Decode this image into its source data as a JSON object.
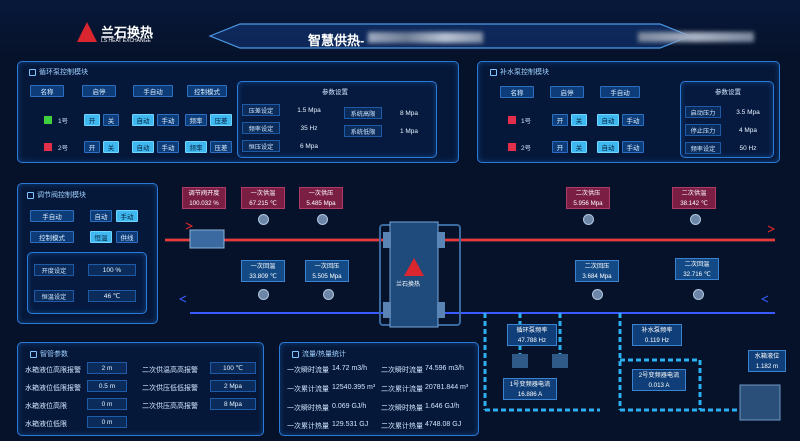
{
  "header": {
    "brand": "兰石换热",
    "brand_en": "LS HEAT EXCHANGE",
    "title": "智慧供热-"
  },
  "circ_pump": {
    "title": "循环泵控制模块",
    "headers": [
      "名称",
      "启停",
      "手自动",
      "控制模式"
    ],
    "rows": [
      {
        "name": "1号",
        "status_color": "#3ed13e",
        "btns": [
          "开",
          "关",
          "自动",
          "手动",
          "频率",
          "压差"
        ]
      },
      {
        "name": "2号",
        "status_color": "#e0304a",
        "btns": [
          "开",
          "关",
          "自动",
          "手动",
          "频率",
          "压差"
        ]
      }
    ],
    "params_title": "参数设置",
    "params": [
      {
        "label": "压差设定",
        "value": "1.5 Mpa"
      },
      {
        "label": "频率设定",
        "value": "35 Hz"
      },
      {
        "label": "恒压设定",
        "value": "6 Mpa"
      },
      {
        "label": "系统高限",
        "value": "8 Mpa"
      },
      {
        "label": "系统低限",
        "value": "1 Mpa"
      }
    ]
  },
  "makeup_pump": {
    "title": "补水泵控制模块",
    "headers": [
      "名称",
      "启停",
      "手自动"
    ],
    "rows": [
      {
        "name": "1号",
        "status_color": "#e0304a",
        "btns": [
          "开",
          "关",
          "自动",
          "手动"
        ]
      },
      {
        "name": "2号",
        "status_color": "#e0304a",
        "btns": [
          "开",
          "关",
          "自动",
          "手动"
        ]
      }
    ],
    "params_title": "参数设置",
    "params": [
      {
        "label": "启动压力",
        "value": "3.5 Mpa"
      },
      {
        "label": "停止压力",
        "value": "4 Mpa"
      },
      {
        "label": "频率设定",
        "value": "50 Hz"
      }
    ]
  },
  "valve": {
    "title": "调节阀控制模块",
    "mode_label": "手自动",
    "mode_btns": [
      "自动",
      "手动"
    ],
    "ctrl_label": "控制模式",
    "ctrl_btns": [
      "恒温",
      "供线"
    ],
    "opening_label": "开度设定",
    "opening_value": "100 %",
    "temp_label": "恒温设定",
    "temp_value": "46 ℃"
  },
  "process": {
    "valve_open": {
      "label": "调节阀开度",
      "value": "100.032 %"
    },
    "p1_supply_temp": {
      "label": "一次供温",
      "value": "67.215 ℃"
    },
    "p1_supply_press": {
      "label": "一次供压",
      "value": "5.485 Mpa"
    },
    "p1_return_temp": {
      "label": "一次回温",
      "value": "33.809 ℃"
    },
    "p1_return_press": {
      "label": "一次回压",
      "value": "5.505 Mpa"
    },
    "p2_supply_press": {
      "label": "二次供压",
      "value": "5.956 Mpa"
    },
    "p2_supply_temp": {
      "label": "二次供温",
      "value": "38.142 ℃"
    },
    "p2_return_press": {
      "label": "二次回压",
      "value": "3.684 Mpa"
    },
    "p2_return_temp": {
      "label": "二次回温",
      "value": "32.716 ℃"
    },
    "hx_label": "兰石换热",
    "circ_freq": {
      "label": "循环泵频率",
      "value": "47.788 Hz"
    },
    "vfd1_current": {
      "label": "1号变频器电流",
      "value": "16.886 A"
    },
    "makeup_freq": {
      "label": "补水泵频率",
      "value": "0.119 Hz"
    },
    "vfd2_current": {
      "label": "2号变频器电流",
      "value": "0.013 A"
    },
    "tank_level": {
      "label": "水箱液位",
      "value": "1.182 m"
    }
  },
  "smart": {
    "title": "智管参数",
    "rows": [
      {
        "label": "水箱液位高限报警",
        "value": "2 m",
        "label2": "二次供温高高报警",
        "value2": "100 ℃"
      },
      {
        "label": "水箱液位低限报警",
        "value": "0.5 m",
        "label2": "二次供压低低报警",
        "value2": "2 Mpa"
      },
      {
        "label": "水箱液位高限",
        "value": "0 m",
        "label2": "二次供压高高报警",
        "value2": "8 Mpa"
      },
      {
        "label": "水箱液位低限",
        "value": "0 m",
        "label2": "",
        "value2": ""
      }
    ]
  },
  "flow": {
    "title": "流量/热量统计",
    "rows": [
      {
        "l1": "一次瞬时流量",
        "v1": "14.72 m3/h",
        "l2": "二次瞬时流量",
        "v2": "74.596 m3/h"
      },
      {
        "l1": "一次累计流量",
        "v1": "12540.395 m³",
        "l2": "二次累计流量",
        "v2": "20781.844 m³"
      },
      {
        "l1": "一次瞬时热量",
        "v1": "0.069 GJ/h",
        "l2": "二次瞬时热量",
        "v2": "1.646 GJ/h"
      },
      {
        "l1": "一次累计热量",
        "v1": "129.531 GJ",
        "l2": "二次累计热量",
        "v2": "4748.08 GJ"
      }
    ]
  }
}
